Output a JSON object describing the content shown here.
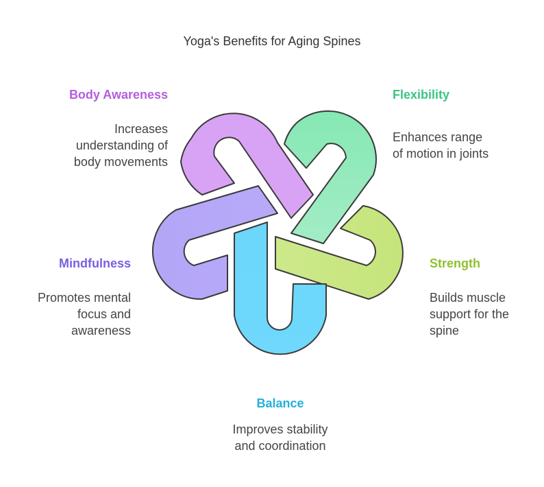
{
  "title": "Yoga's Benefits for Aging Spines",
  "colors": {
    "body_awareness": "#b45ede",
    "flexibility": "#3cc484",
    "strength": "#8ec12e",
    "mindfulness": "#7a5ee0",
    "balance": "#21b0da"
  },
  "items": {
    "body_awareness": {
      "label": "Body Awareness",
      "lines": [
        "Increases",
        "understanding of",
        "body movements"
      ],
      "icon": "hairpin-loop-shape"
    },
    "flexibility": {
      "label": "Flexibility",
      "lines": [
        "Enhances range",
        "of motion in joints"
      ],
      "icon": "hairpin-loop-shape"
    },
    "strength": {
      "label": "Strength",
      "lines": [
        "Builds muscle",
        "support for the",
        "spine"
      ],
      "icon": "hairpin-loop-shape"
    },
    "mindfulness": {
      "label": "Mindfulness",
      "lines": [
        "Promotes mental",
        "focus and",
        "awareness"
      ],
      "icon": "hairpin-loop-shape"
    },
    "balance": {
      "label": "Balance",
      "lines": [
        "Improves stability",
        "and coordination"
      ],
      "icon": "hairpin-loop-shape"
    }
  }
}
